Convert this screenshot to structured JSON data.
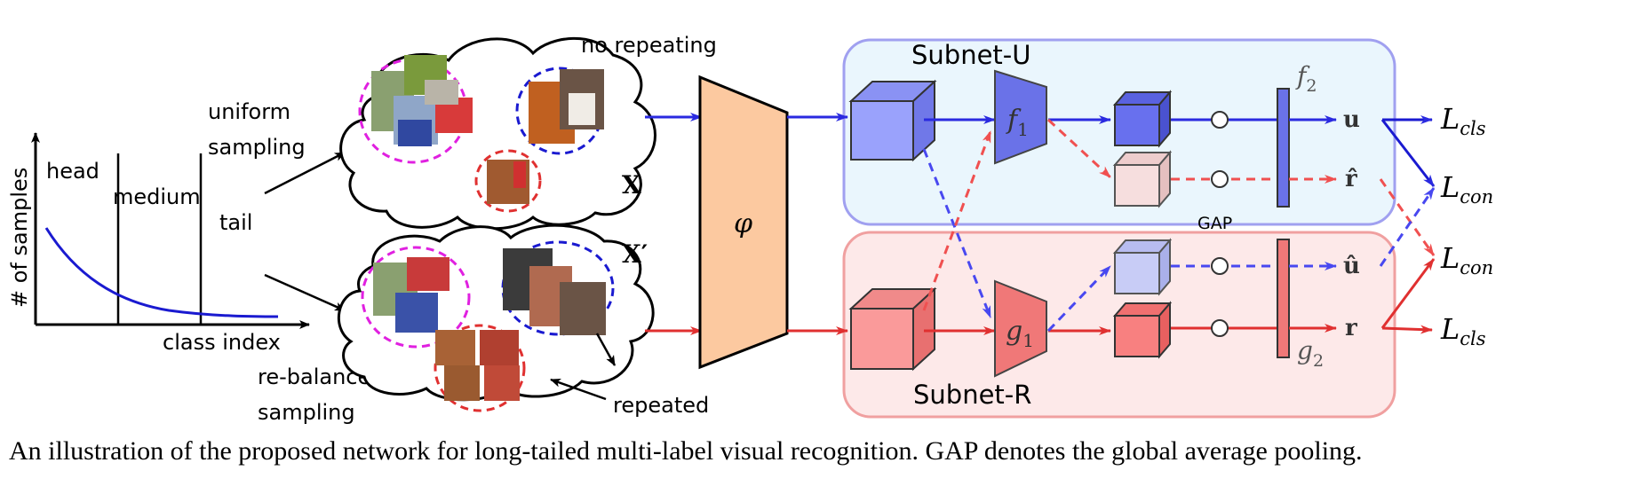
{
  "distribution": {
    "y_label": "# of samples",
    "x_label": "class index",
    "head": "head",
    "medium": "medium",
    "tail": "tail"
  },
  "sampling": {
    "uniform_line1": "uniform",
    "uniform_line2": "sampling",
    "rebalanced_line1": "re-balanced",
    "rebalanced_line2": "sampling",
    "no_repeating": "no repeating",
    "repeated": "repeated"
  },
  "inputs": {
    "x": "X",
    "x_prime": "X′"
  },
  "backbone": {
    "symbol": "φ"
  },
  "subnets": {
    "u": {
      "title": "Subnet-U",
      "f1": "f",
      "f1_sub": "1",
      "f2": "f",
      "f2_sub": "2"
    },
    "r": {
      "title": "Subnet-R",
      "g1": "g",
      "g1_sub": "1",
      "g2": "g",
      "g2_sub": "2"
    },
    "gap": "GAP"
  },
  "outputs": {
    "u": "u",
    "r_hat": "r̂",
    "u_hat": "û",
    "r": "r"
  },
  "losses": {
    "L": "L",
    "cls": "cls",
    "con": "con"
  },
  "colors": {
    "blue": "#2a2ae0",
    "red": "#e03030",
    "subnet_u_bg": "#eaf6fd",
    "subnet_r_bg": "#fde9e9",
    "backbone_fill": "#fcc9a0",
    "magenta": "#e020e0"
  },
  "caption": "An illustration of the proposed network for long-tailed multi-label visual recognition. GAP denotes the global average pooling."
}
